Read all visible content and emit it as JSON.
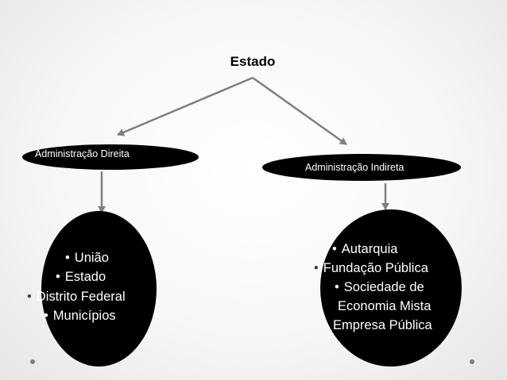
{
  "diagram": {
    "root": {
      "label": "Estado"
    },
    "branches": [
      {
        "label": "Administração Direita",
        "items": [
          "União",
          "Estado",
          "Distrito Federal",
          "Municípios"
        ]
      },
      {
        "label": "Administração Indireta",
        "items": [
          "Autarquia",
          "Fundação Pública",
          "Sociedade de",
          "Economia Mista",
          "Empresa Pública"
        ]
      }
    ],
    "edges": [
      {
        "from": "Estado",
        "to": "Administração Direita"
      },
      {
        "from": "Estado",
        "to": "Administração Indireta"
      },
      {
        "from": "Administração Direita",
        "to": "União"
      },
      {
        "from": "Administração Indireta",
        "to": "Autarquia"
      }
    ]
  },
  "icons": {
    "bullet": "•",
    "arrow": "arrow-icon",
    "corner_dot": "dot-icon"
  },
  "colors": {
    "node_fill": "#000000",
    "node_text": "#ffffff",
    "arrow": "#7f7f7f",
    "title_text": "#000000"
  }
}
